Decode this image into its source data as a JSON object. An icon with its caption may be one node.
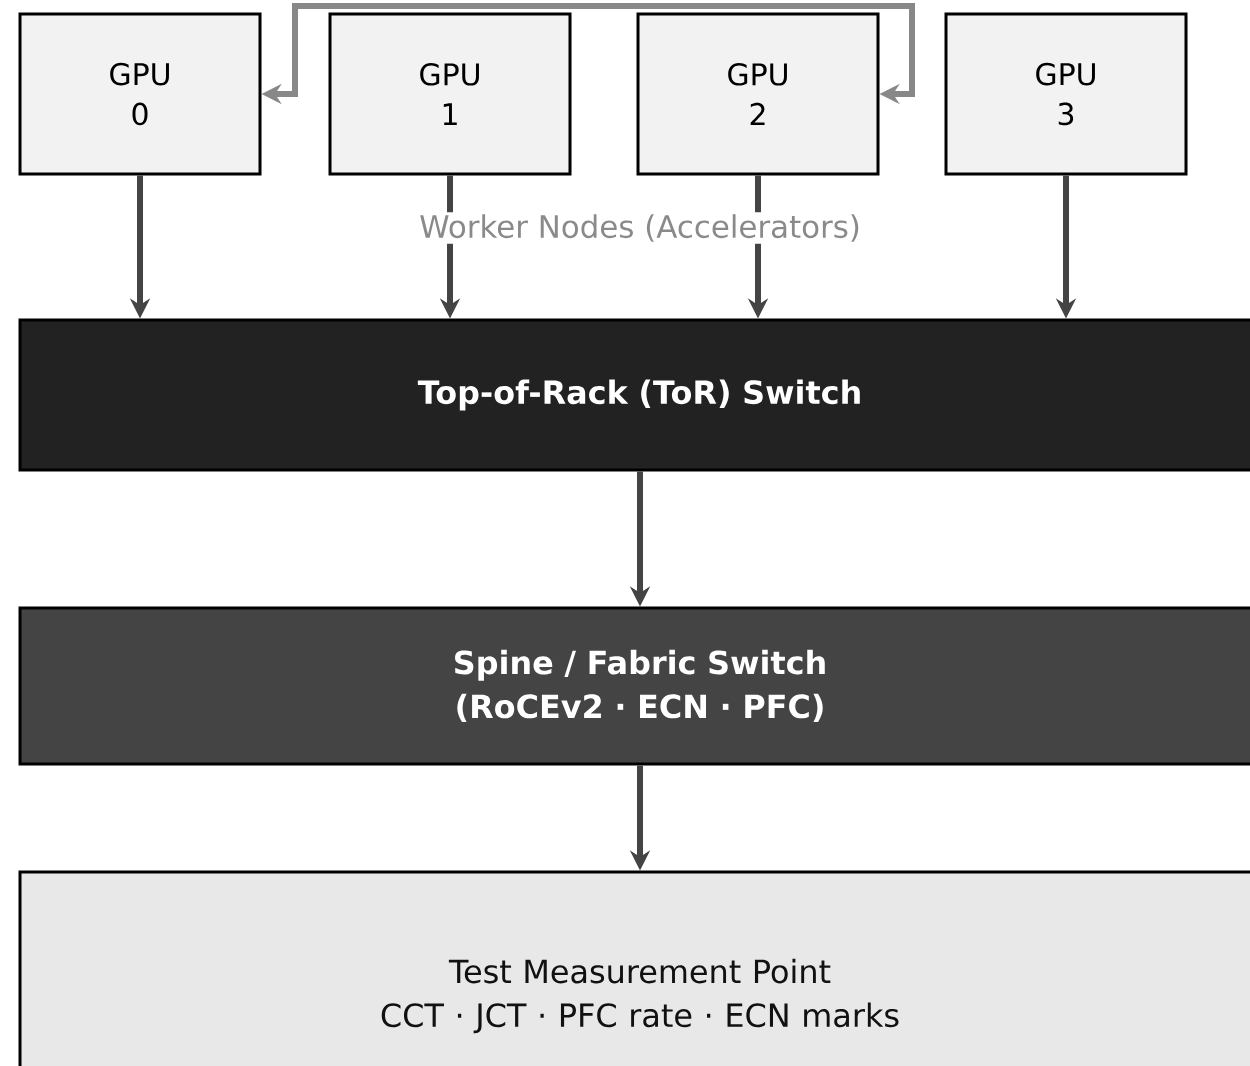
{
  "diagram": {
    "nodes": [
      {
        "text": [
          "GPU 0"
        ]
      },
      {
        "text": [
          "GPU 1"
        ]
      },
      {
        "text": [
          "GPU 2"
        ]
      },
      {
        "text": [
          "GPU 3"
        ]
      },
      {
        "text": [
          "Top-of-Rack (ToR) Switch"
        ]
      },
      {
        "text": [
          "Spine / Fabric Switch",
          "(RoCEv2 · ECN · PFC)"
        ]
      },
      {
        "text": [
          "Test Measurement Point",
          "CCT  ·  JCT  ·  PFC rate  ·  ECN marks"
        ]
      }
    ],
    "edges": [
      {
        "from": 0,
        "to": 2,
        "arrow": "both",
        "color": "#888888"
      },
      {
        "from": 0,
        "to": 4,
        "arrow": "to"
      },
      {
        "from": 1,
        "to": 4,
        "arrow": "to"
      },
      {
        "from": 2,
        "to": 4,
        "arrow": "to"
      },
      {
        "from": 3,
        "to": 4,
        "arrow": "to"
      },
      {
        "from": 4,
        "to": 5,
        "arrow": "to"
      },
      {
        "from": 5,
        "to": 6,
        "arrow": "to"
      }
    ],
    "labels": [
      "Worker Nodes (Accelerators)"
    ]
  }
}
